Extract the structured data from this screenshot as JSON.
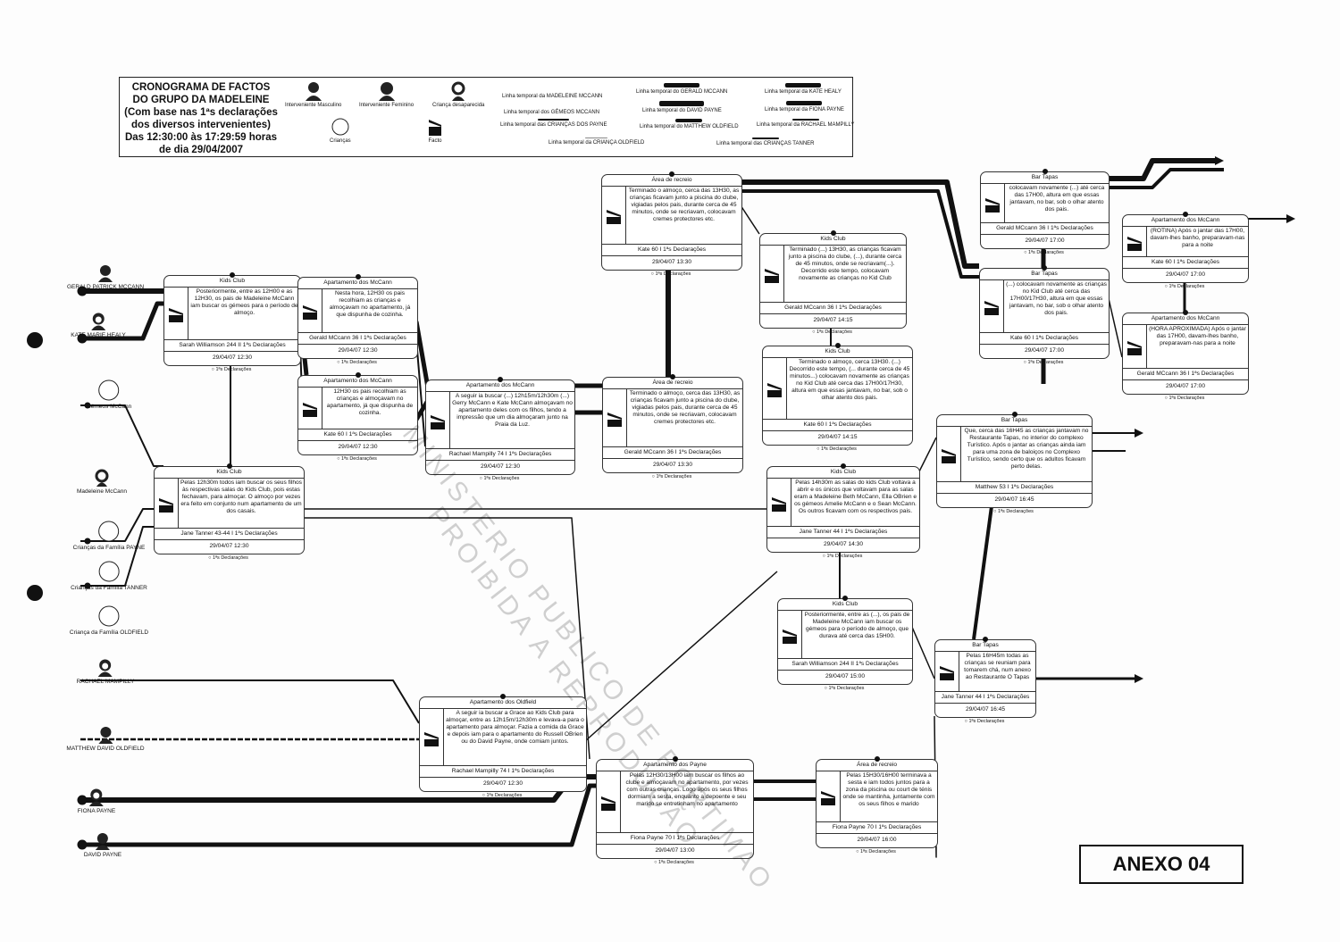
{
  "legend": {
    "title_lines": [
      "CRONOGRAMA DE FACTOS",
      "DO GRUPO DA MADELEINE",
      "(Com base nas 1ªs declarações",
      "dos diversos intervenientes)",
      "Das 12:30:00 às 17:29:59 horas",
      "de dia 29/04/2007"
    ],
    "icons": {
      "male": "Interveniente Masculino",
      "female": "Interveniente Feminino",
      "missing": "Criança desaparecida",
      "children": "Crianças",
      "fact": "Facto"
    },
    "timelines": [
      "Linha temporal da MADELEINE MCCANN",
      "Linha temporal do GERALD MCCANN",
      "Linha temporal da KATE HEALY",
      "Linha temporal dos GÉMEOS MCCANN",
      "Linha temporal do DAVID PAYNE",
      "Linha temporal da FIONA PAYNE",
      "Linha temporal das CRIANÇAS DOS PAYNE",
      "Linha temporal do MATTHEW OLDFIELD",
      "Linha temporal da RACHAEL MAMPILLY",
      "Linha temporal da CRIANÇA OLDFIELD",
      "Linha temporal das CRIANÇAS TANNER"
    ]
  },
  "people": [
    "GERALD PATRICK MCCANN",
    "KATE MARIE HEALY",
    "Gémeos McCann",
    "Madeleine McCann",
    "Crianças da Família PAYNE",
    "Crianças da Família TANNER",
    "Criança da Família OLDFIELD",
    "RACHAEL MAMPILLY",
    "MATTHEW DAVID OLDFIELD",
    "FIONA PAYNE",
    "DAVID PAYNE"
  ],
  "declaration_label": "1ªs Declarações",
  "facts": [
    {
      "place": "Kids Club",
      "text": "Posteriormente, entre as 12H00 e as 12H30, os pais de Madeleine McCann iam buscar os gémeos para o período de almoço.",
      "source": "Sarah Williamson 244 II 1ªs Declarações",
      "date": "29/04/07 12:30"
    },
    {
      "place": "Apartamento dos McCann",
      "text": "Nesta hora, 12H30 os pais recolhiam as crianças e almoçavam no apartamento, já que dispunha de cozinha.",
      "source": "Gerald MCcann 36 I 1ªs Declarações",
      "date": "29/04/07 12:30"
    },
    {
      "place": "Apartamento dos McCann",
      "text": "12H30 os pais recolhiam as crianças e almoçavam no apartamento, já que dispunha de cozinha.",
      "source": "Kate 60 I 1ªs Declarações",
      "date": "29/04/07 12:30"
    },
    {
      "place": "Kids Club",
      "text": "Pelas 12h30m todos iam buscar os seus filhos às respectivas salas do Kids Club, pois estas fechavam, para almoçar. O almoço por vezes era feito em conjunto num apartamento de um dos casais.",
      "source": "Jane Tanner 43-44 I 1ªs Declarações",
      "date": "29/04/07 12:30"
    },
    {
      "place": "Apartamento dos McCann",
      "text": "A seguir ia buscar (...) 12h15m/12h30m (...) Gerry McCann e Kate McCann almoçavam no apartamento deles com os filhos, tendo a impressão que um dia almoçaram junto na Praia da Luz.",
      "source": "Rachael Mampilly 74 I 1ªs Declarações",
      "date": "29/04/07 12:30"
    },
    {
      "place": "Área de recreio",
      "text": "Terminado o almoço, cerca das 13H30, as crianças ficavam junto a piscina do clube, vigiadas pelos pais, durante cerca de 45 minutos, onde se recriavam, colocavam cremes protectores etc.",
      "source": "Kate 60 I 1ªs Declarações",
      "date": "29/04/07 13:30"
    },
    {
      "place": "Área de recreio",
      "text": "Terminado o almoço, cerca das 13H30, as crianças ficavam junto a piscina do clube, vigiadas pelos pais, durante cerca de 45 minutos, onde se recriavam, colocavam cremes protectores etc.",
      "source": "Gerald MCcann 36 I 1ªs Declarações",
      "date": "29/04/07 13:30"
    },
    {
      "place": "Kids Club",
      "text": "Terminado (...) 13H30, as crianças ficavam junto a piscina do clube, (...), durante cerca de 45 minutos, onde se recriavam(...). Decorrido este tempo, colocavam novamente as crianças no Kid Club",
      "source": "Gerald MCcann 36 I 1ªs Declarações",
      "date": "29/04/07 14:15"
    },
    {
      "place": "Kids Club",
      "text": "Terminado o almoço, cerca 13H30. (...) Decorrido este tempo, (... durante cerca de 45 minutos...) colocavam novamente as crianças no Kid Club até cerca das 17H00/17H30, altura em que essas jantavam, no bar, sob o olhar atento dos pais.",
      "source": "Kate 60 I 1ªs Declarações",
      "date": "29/04/07 14:15"
    },
    {
      "place": "Kids Club",
      "text": "Pelas 14h30m as salas do kids Club voltava a abrir e os únicos que voltavam para as salas eram a Madeleine Beth McCann, Ella OBrien e os gémeos Amelie McCann e o Sean McCann. Os outros ficavam com os respectivos pais.",
      "source": "Jane Tanner 44 I 1ªs Declarações",
      "date": "29/04/07 14:30"
    },
    {
      "place": "Kids Club",
      "text": "Posteriormente, entre as (...), os pais de Madeleine McCann iam buscar os gémeos para o período de almoço, que durava até cerca das 15H00.",
      "source": "Sarah Williamson 244 II 1ªs Declarações",
      "date": "29/04/07 15:00"
    },
    {
      "place": "Apartamento dos Oldfield",
      "text": "A seguir ia buscar a Grace ao Kids Club para almoçar, entre as 12h15m/12h30m e levava-a para o apartamento para almoçar. Fazia a comida da Grace e depois iam para o apartamento do Russell OBrien ou do David Payne, onde comiam juntos.",
      "source": "Rachael Mampilly 74 I 1ªs Declarações",
      "date": "29/04/07 12:30"
    },
    {
      "place": "Apartamento dos Payne",
      "text": "Pelas 12H30/13H00 iam buscar os filhos ao clube e almoçavam no apartamento, por vezes com outras crianças. Logo após os seus filhos dormiam a sesta, enquanto a depoente e seu marido se entretinham no apartamento",
      "source": "Fiona Payne 70 I 1ªs Declarações",
      "date": "29/04/07 13:00"
    },
    {
      "place": "Área de recreio",
      "text": "Pelas 15H30/16H00 terminava a sesta e iam todos juntos para a zona da piscina ou court de ténis onde se mantinha, juntamente com os seus filhos e marido",
      "source": "Fiona Payne 70 I 1ªs Declarações",
      "date": "29/04/07 16:00"
    },
    {
      "place": "Bar Tapas",
      "text": "Que, cerca das 16H45 as crianças jantavam no Restaurante Tapas, no interior do complexo Turístico. Após o jantar as crianças ainda iam para uma zona de baloiços no Complexo Turístico, sendo certo que os adultos ficavam perto delas.",
      "source": "Matthew 53 I 1ªs Declarações",
      "date": "29/04/07 16:45"
    },
    {
      "place": "Bar Tapas",
      "text": "Pelas 16H45m todas as crianças se reuniam para tomarem chá, num anexo ao Restaurante O Tapas",
      "source": "Jane Tanner 44 I 1ªs Declarações",
      "date": "29/04/07 16:45"
    },
    {
      "place": "Bar Tapas",
      "text": "colocavam novamente (...) até cerca das 17H00, altura em que essas jantavam, no bar, sob o olhar atento dos pais.",
      "source": "Gerald MCcann 36 I 1ªs Declarações",
      "date": "29/04/07 17:00"
    },
    {
      "place": "Bar Tapas",
      "text": "(...) colocavam novamente as crianças no Kid Club até cerca das 17H00/17H30, altura em que essas jantavam, no bar, sob o olhar atento dos pais.",
      "source": "Kate 60 I 1ªs Declarações",
      "date": "29/04/07 17:00"
    },
    {
      "place": "Apartamento dos McCann",
      "text": "(ROTINA) Após o jantar das 17H00, davam-lhes banho, preparavam-nas para a noite",
      "source": "Kate 60 I 1ªs Declarações",
      "date": "29/04/07 17:00"
    },
    {
      "place": "Apartamento dos McCann",
      "text": "(HORA APROXIMADA) Após o jantar das 17H00, davam-lhes banho, preparavam-nas para a noite",
      "source": "Gerald MCcann 36 I 1ªs Declarações",
      "date": "29/04/07 17:00"
    }
  ],
  "annex_label": "ANEXO 04",
  "watermark": [
    "MINISTERIO PUBLICO DE PORTIMAO",
    "PROIBIDA A REPRODUÇÃO"
  ]
}
